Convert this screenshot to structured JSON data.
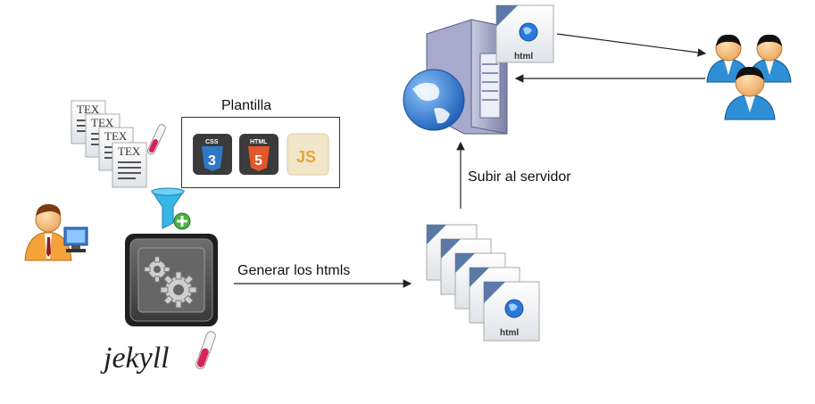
{
  "labels": {
    "plantilla": "Plantilla",
    "generar": "Generar los htmls",
    "subir": "Subir al servidor"
  },
  "badges": {
    "css": "CSS",
    "html5": "HTML",
    "js": "JS"
  },
  "doc_labels": {
    "tex": "TEX",
    "html": "html"
  },
  "logo": {
    "jekyll": "jekyll"
  },
  "colors": {
    "arrow": "#222222",
    "globe": "#2b78d8",
    "css_badge": "#2f78c4",
    "html_badge": "#e3572a",
    "js_badge": "#f2e6c8",
    "jekyll_box": "#555555",
    "funnel": "#38b6e8",
    "plus": "#47b33e",
    "test_tube": "#d6245b",
    "user_shirt": "#2e8fd6"
  }
}
